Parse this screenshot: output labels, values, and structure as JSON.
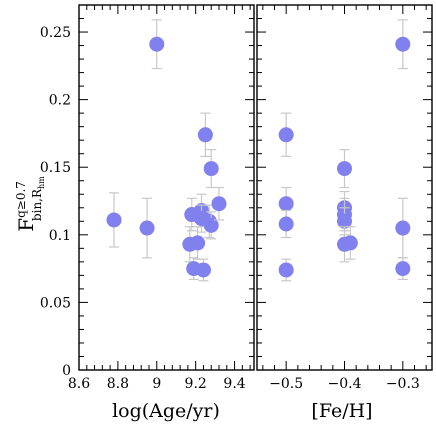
{
  "chart_data": {
    "type": "scatter",
    "panels": [
      {
        "name": "left",
        "xlabel": "log(Age/yr)",
        "xlim": [
          8.6,
          9.5
        ],
        "xticks_major": [
          8.6,
          8.8,
          9.0,
          9.2,
          9.4
        ],
        "xtick_labels": [
          "8.6",
          "8.8",
          "9",
          "9.2",
          "9.4"
        ],
        "points": [
          {
            "x": 8.78,
            "y": 0.111,
            "err": 0.02
          },
          {
            "x": 8.95,
            "y": 0.105,
            "err": 0.022
          },
          {
            "x": 9.0,
            "y": 0.241,
            "err": 0.018
          },
          {
            "x": 9.17,
            "y": 0.093,
            "err": 0.013
          },
          {
            "x": 9.18,
            "y": 0.115,
            "err": 0.012
          },
          {
            "x": 9.19,
            "y": 0.075,
            "err": 0.008
          },
          {
            "x": 9.21,
            "y": 0.094,
            "err": 0.012
          },
          {
            "x": 9.23,
            "y": 0.118,
            "err": 0.012
          },
          {
            "x": 9.23,
            "y": 0.112,
            "err": 0.01
          },
          {
            "x": 9.24,
            "y": 0.074,
            "err": 0.008
          },
          {
            "x": 9.25,
            "y": 0.174,
            "err": 0.016
          },
          {
            "x": 9.27,
            "y": 0.11,
            "err": 0.012
          },
          {
            "x": 9.28,
            "y": 0.107,
            "err": 0.01
          },
          {
            "x": 9.28,
            "y": 0.149,
            "err": 0.014
          },
          {
            "x": 9.32,
            "y": 0.123,
            "err": 0.012
          }
        ]
      },
      {
        "name": "right",
        "xlabel": "[Fe/H]",
        "xlim": [
          -0.55,
          -0.25
        ],
        "xticks_major": [
          -0.5,
          -0.4,
          -0.3
        ],
        "xtick_labels": [
          "−0.5",
          "−0.4",
          "−0.3"
        ],
        "points": [
          {
            "x": -0.5,
            "y": 0.174,
            "err": 0.016
          },
          {
            "x": -0.5,
            "y": 0.123,
            "err": 0.012
          },
          {
            "x": -0.5,
            "y": 0.108,
            "err": 0.01
          },
          {
            "x": -0.5,
            "y": 0.074,
            "err": 0.008
          },
          {
            "x": -0.4,
            "y": 0.149,
            "err": 0.014
          },
          {
            "x": -0.4,
            "y": 0.12,
            "err": 0.012
          },
          {
            "x": -0.4,
            "y": 0.115,
            "err": 0.012
          },
          {
            "x": -0.4,
            "y": 0.11,
            "err": 0.01
          },
          {
            "x": -0.4,
            "y": 0.093,
            "err": 0.013
          },
          {
            "x": -0.39,
            "y": 0.094,
            "err": 0.012
          },
          {
            "x": -0.3,
            "y": 0.241,
            "err": 0.018
          },
          {
            "x": -0.3,
            "y": 0.105,
            "err": 0.022
          },
          {
            "x": -0.3,
            "y": 0.075,
            "err": 0.008
          }
        ]
      }
    ],
    "ylabel": "F^{q≥0.7}_{bin,R_hm}",
    "ylabel_main": "F",
    "ylabel_sup": "q",
    "ylabel_sup_rel": "≥0.7",
    "ylabel_sub": "bin,R",
    "ylabel_subsub": "hm",
    "ylim": [
      0,
      0.27
    ],
    "yticks_major": [
      0,
      0.05,
      0.1,
      0.15,
      0.2,
      0.25
    ],
    "ytick_labels": [
      "0",
      "0.05",
      "0.1",
      "0.15",
      "0.2",
      "0.25"
    ],
    "grid": false,
    "colors": {
      "marker": "#8080ee",
      "errorbar": "#c8c8c8",
      "axes": "#000000"
    }
  }
}
